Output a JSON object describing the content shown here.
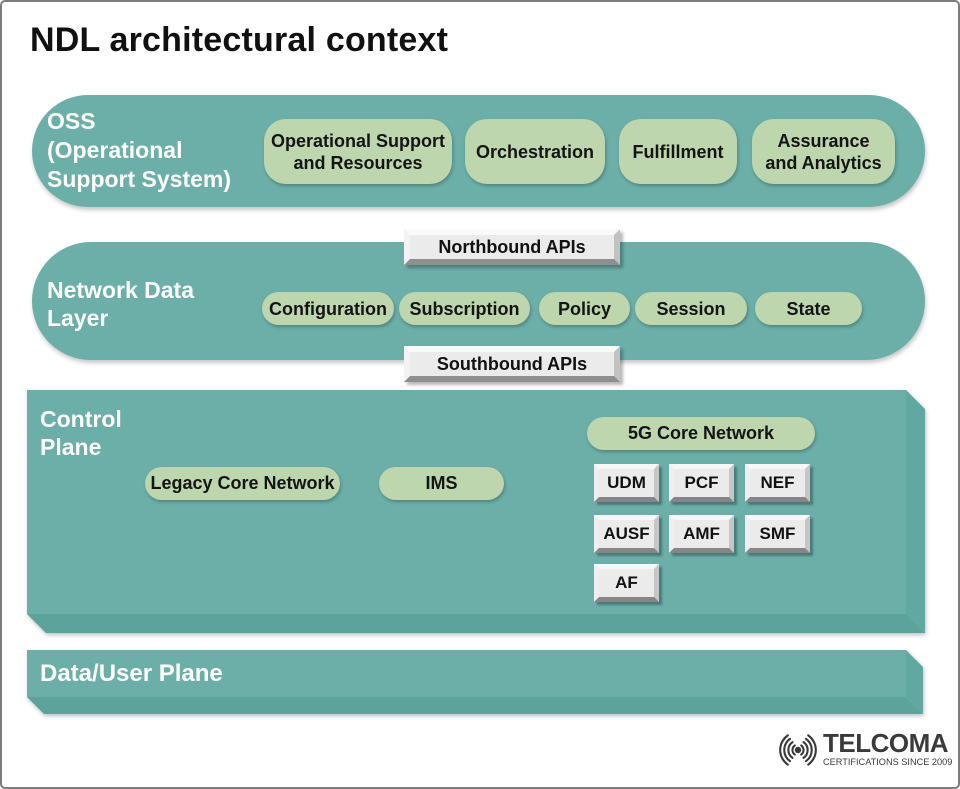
{
  "title": "NDL architectural context",
  "colors": {
    "teal": "#6bafa8",
    "teal_facet_right": "#61a8a0",
    "teal_facet_bottom": "#5ba39b",
    "pill_green": "#bdd6ae",
    "box_gray": "#ebebeb",
    "text_on_teal": "#ffffff",
    "text_dark": "#141414"
  },
  "oss": {
    "label": "OSS\n(Operational\nSupport System)",
    "pills": [
      "Operational Support\nand Resources",
      "Orchestration",
      "Fulfillment",
      "Assurance\nand Analytics"
    ]
  },
  "ndl": {
    "label": "Network Data\nLayer",
    "northbound": "Northbound APIs",
    "southbound": "Southbound APIs",
    "pills": [
      "Configuration",
      "Subscription",
      "Policy",
      "Session",
      "State"
    ]
  },
  "control": {
    "label": "Control\nPlane",
    "core_label": "5G Core Network",
    "legacy_label": "Legacy Core Network",
    "ims_label": "IMS",
    "nfs": [
      "UDM",
      "PCF",
      "NEF",
      "AUSF",
      "AMF",
      "SMF",
      "AF"
    ]
  },
  "dataplane": {
    "label": "Data/User Plane"
  },
  "logo": {
    "name": "TELCOMA",
    "tagline": "CERTIFICATIONS SINCE 2009"
  }
}
